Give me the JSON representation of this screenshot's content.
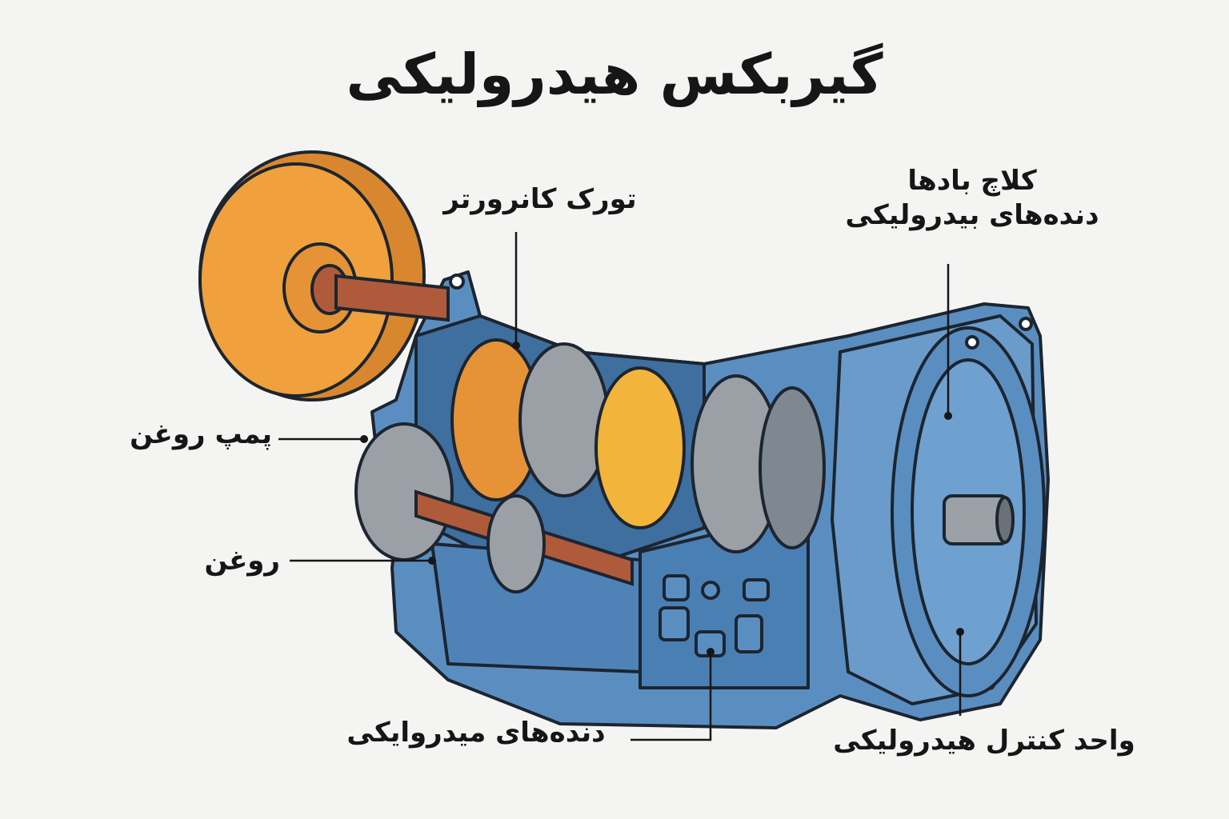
{
  "title": "گیربکس هیدرولیکی",
  "labels": {
    "torque_converter": "تورک کانرورتر",
    "clutch_line1": "کلاچ‌ بادها",
    "clutch_line2": "دنده‌های بیدرولیکی",
    "oil_pump": "پمپ روغن",
    "oil": "روغن",
    "hydraulic_gears": "دنده‌های میدروایکی",
    "valve_body": "واحد کنترل هیدرولیکی"
  },
  "colors": {
    "housing": "#5b8ec0",
    "housing_dark": "#3f6f9f",
    "converter": "#f0a03c",
    "shaft": "#b05a3c",
    "gold_gear": "#f2b43a",
    "steel": "#9aa0a6",
    "outline": "#1c2530"
  }
}
